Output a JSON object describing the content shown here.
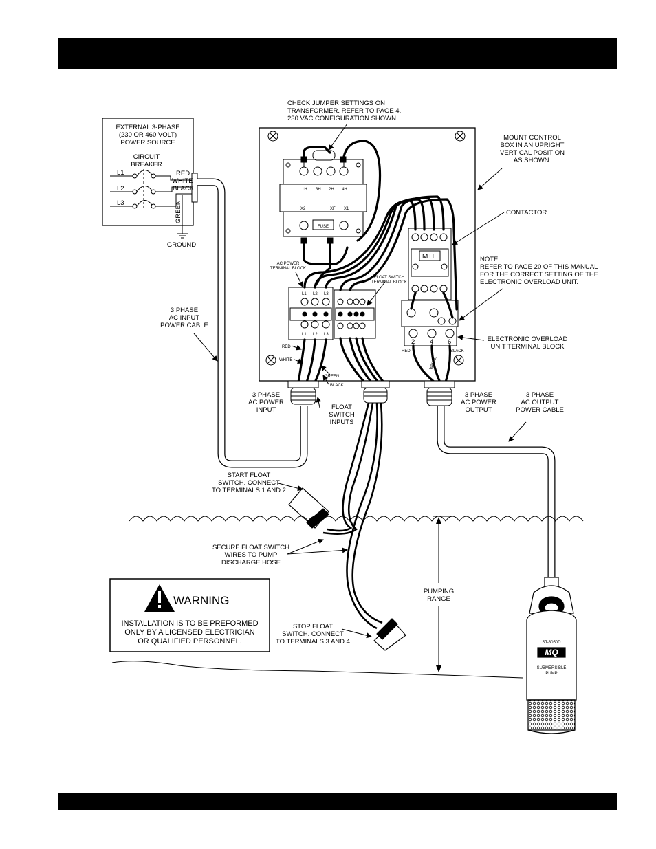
{
  "labels": {
    "jumper": [
      "CHECK  JUMPER  SETTINGS  ON",
      "TRANSFORMER. REFER TO PAGE 4.",
      "230 VAC CONFIGURATION SHOWN."
    ],
    "external_source": [
      "EXTERNAL 3-PHASE",
      "(230 OR 460 VOLT)",
      "POWER SOURCE"
    ],
    "circuit_breaker": [
      "CIRCUIT",
      "BREAKER"
    ],
    "lines": [
      "L1",
      "L2",
      "L3"
    ],
    "wire_red": "RED",
    "wire_white": "WHITE",
    "wire_black": "BLACK",
    "wire_green": "GREEN",
    "ground": "GROUND",
    "mount": [
      "MOUNT CONTROL",
      "BOX IN AN UPRIGHT",
      "VERTICAL POSITION",
      "AS SHOWN."
    ],
    "contactor": "CONTACTOR",
    "note": [
      "NOTE:",
      "REFER TO PAGE 20 OF THIS MANUAL",
      "FOR THE CORRECT SETTING OF THE",
      "ELECTRONIC OVERLOAD UNIT."
    ],
    "ac_terminal_block": [
      "AC POWER",
      "TERMINAL BLOCK"
    ],
    "float_terminal_block": [
      "FLOAT SWITCH",
      "TERMINAL BLOCK"
    ],
    "input_cable": [
      "3 PHASE",
      "AC INPUT",
      "POWER CABLE"
    ],
    "overload_block": [
      "ELECTRONIC OVERLOAD",
      "UNIT TERMINAL BLOCK"
    ],
    "ac_power_input": [
      "3 PHASE",
      "AC POWER",
      "INPUT"
    ],
    "float_inputs": [
      "FLOAT",
      "SWITCH",
      "INPUTS"
    ],
    "ac_power_output": [
      "3 PHASE",
      "AC POWER",
      "OUTPUT"
    ],
    "output_cable": [
      "3 PHASE",
      "AC OUTPUT",
      "POWER CABLE"
    ],
    "start_float": [
      "START FLOAT",
      "SWITCH. CONNECT",
      "TO TERMINALS 1 AND 2"
    ],
    "secure_float": [
      "SECURE FLOAT SWITCH",
      "WIRES TO PUMP",
      "DISCHARGE HOSE"
    ],
    "pumping_range": [
      "PUMPING",
      "RANGE"
    ],
    "stop_float": [
      "STOP FLOAT",
      "SWITCH. CONNECT",
      "TO TERMINALS 3 AND 4"
    ],
    "pump_model": "ST-3050D",
    "pump_brand": "MQ",
    "pump_name": [
      "SUBMERSIBLE",
      "PUMP"
    ],
    "mte": "MTE",
    "fuse": "FUSE",
    "transformer_terms_top": [
      "1H",
      "3H",
      "2H",
      "4H"
    ],
    "transformer_terms_bottom": [
      "X2",
      "XF",
      "X1"
    ],
    "overload_terms": [
      "2",
      "4",
      "6"
    ],
    "block_terms_top": [
      "L1",
      "L2",
      "L3"
    ],
    "block_terms_bottom": [
      "L1",
      "L2",
      "L3"
    ]
  },
  "warning": {
    "heading": "WARNING",
    "lines": [
      "INSTALLATION IS TO BE PREFORMED",
      "ONLY BY A LICENSED ELECTRICIAN",
      "OR QUALIFIED PERSONNEL."
    ]
  }
}
